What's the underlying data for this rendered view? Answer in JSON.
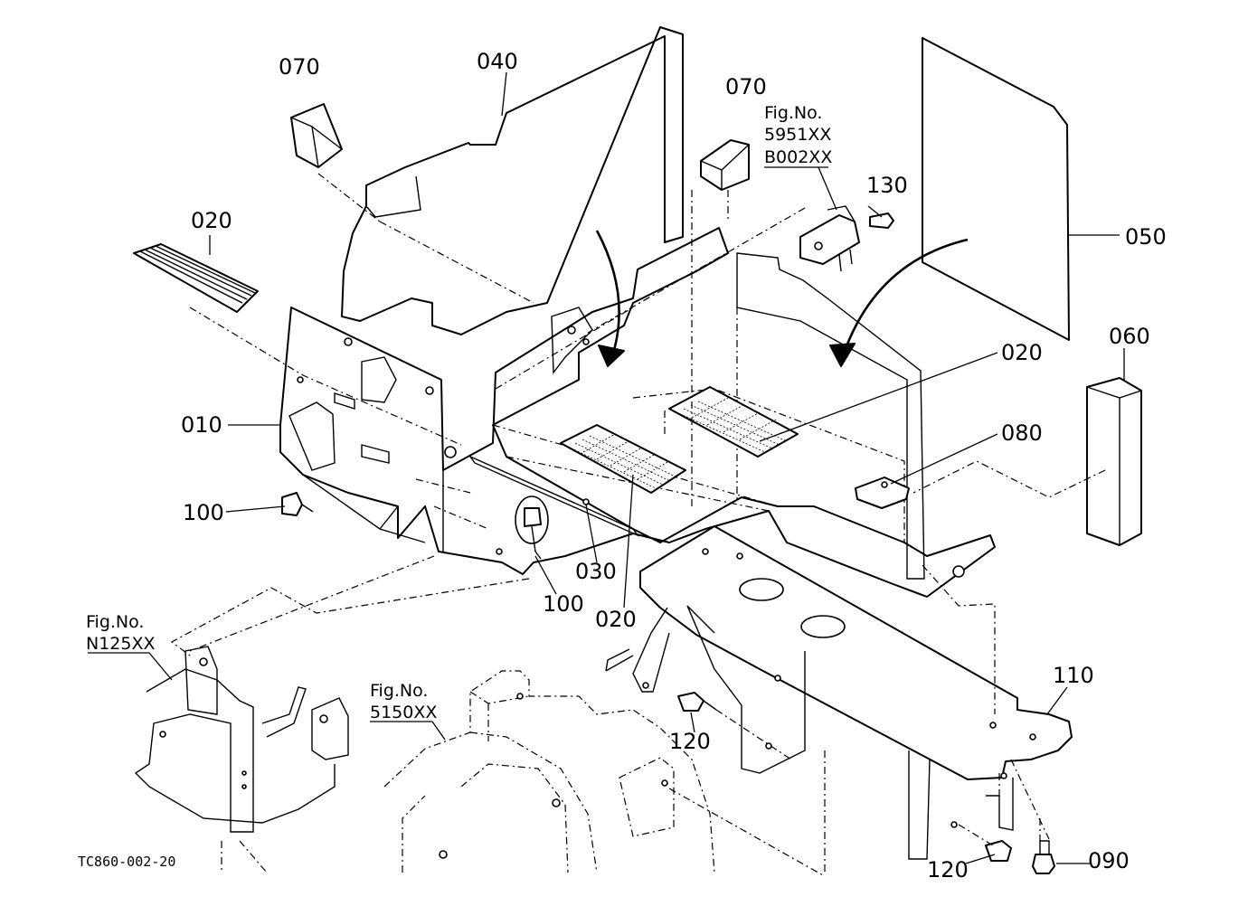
{
  "callouts": {
    "c070a": "070",
    "c040": "040",
    "c070b": "070",
    "c020a": "020",
    "c130": "130",
    "c050": "050",
    "c060": "060",
    "c020b": "020",
    "c010": "010",
    "c080": "080",
    "c100a": "100",
    "c100b": "100",
    "c030": "030",
    "c020c": "020",
    "c110": "110",
    "c120a": "120",
    "c120b": "120",
    "c090": "090"
  },
  "fig_refs": {
    "ref_a": {
      "title": "Fig.No.",
      "line1": "5951XX",
      "line2": "B002XX"
    },
    "ref_b": {
      "title": "Fig.No.",
      "line1": "N125XX"
    },
    "ref_c": {
      "title": "Fig.No.",
      "line1": "5150XX"
    }
  },
  "drawing_code": "TC860-002-20"
}
